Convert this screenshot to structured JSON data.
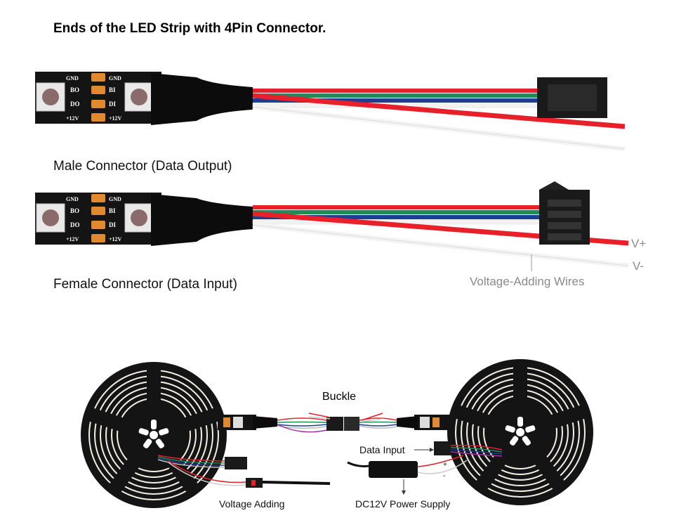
{
  "title": "Ends of the LED Strip with 4Pin Connector.",
  "male_label": "Male Connector (Data Output)",
  "female_label": "Female Connector (Data Input)",
  "vplus": "V+",
  "vminus": "V-",
  "voltage_wires": "Voltage-Adding Wires",
  "strip_pads_left": [
    "GND",
    "BO",
    "DO",
    "+12V"
  ],
  "strip_pads_right": [
    "GND",
    "BI",
    "DI",
    "+12V"
  ],
  "buckle": "Buckle",
  "data_input": "Data Input",
  "voltage_adding": "Voltage Adding",
  "power_supply": "DC12V Power Supply",
  "plus": "+",
  "minus": "-",
  "colors": {
    "red": "#e8202a",
    "green": "#1f8a5a",
    "blue": "#1e3f8f",
    "white": "#f2f2f2",
    "strip": "#141414",
    "pad": "#e0892f"
  }
}
